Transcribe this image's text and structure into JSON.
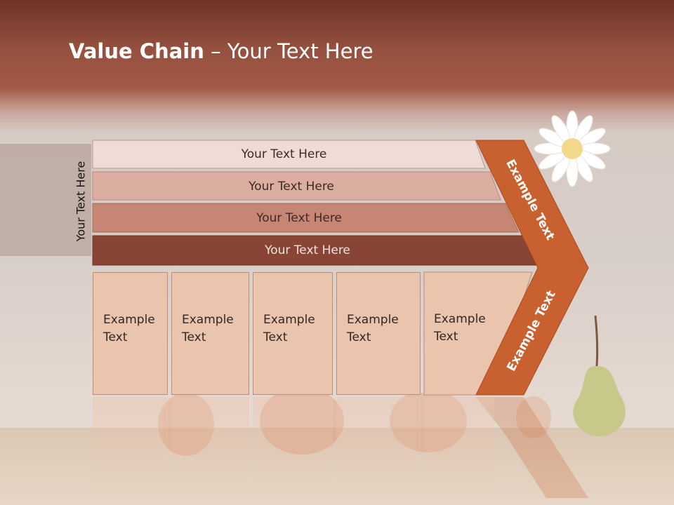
{
  "slide": {
    "title_bold": "Value Chain",
    "title_rest": " – Your Text Here",
    "side_label": "Your Text Here",
    "bars": [
      {
        "label": "Your Text Here",
        "color": "#efdcd6"
      },
      {
        "label": "Your Text Here",
        "color": "#dbaea1"
      },
      {
        "label": "Your Text Here",
        "color": "#c78573"
      },
      {
        "label": "Your Text Here",
        "color": "#884536"
      }
    ],
    "boxes": [
      {
        "line1": "Example",
        "line2": "Text"
      },
      {
        "line1": "Example",
        "line2": "Text"
      },
      {
        "line1": "Example",
        "line2": "Text"
      },
      {
        "line1": "Example",
        "line2": "Text"
      },
      {
        "line1": "Example",
        "line2": "Text"
      }
    ],
    "chevron_upper_label": "Example Text",
    "chevron_lower_label": "Example Text",
    "colors": {
      "chevron": "#c8602f",
      "title_band": "#8f4b3b"
    }
  }
}
